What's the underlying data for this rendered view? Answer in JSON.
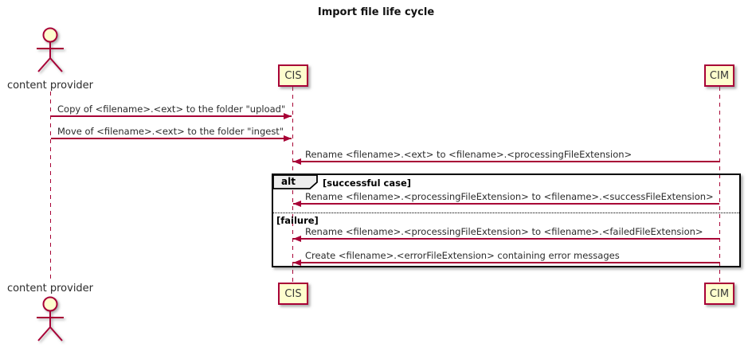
{
  "diagram": {
    "title": "Import file life cycle",
    "actor": {
      "label": "content provider"
    },
    "participants": [
      {
        "label": "CIS"
      },
      {
        "label": "CIM"
      }
    ],
    "messages": [
      {
        "from": "content provider",
        "to": "CIS",
        "text": "Copy of <filename>.<ext> to the folder \"upload\""
      },
      {
        "from": "content provider",
        "to": "CIS",
        "text": "Move of <filename>.<ext> to the folder \"ingest\""
      },
      {
        "from": "CIM",
        "to": "CIS",
        "text": "Rename <filename>.<ext> to <filename>.<processingFileExtension>"
      },
      {
        "from": "CIM",
        "to": "CIS",
        "text": "Rename <filename>.<processingFileExtension> to <filename>.<successFileExtension>"
      },
      {
        "from": "CIM",
        "to": "CIS",
        "text": "Rename <filename>.<processingFileExtension> to <filename>.<failedFileExtension>"
      },
      {
        "from": "CIM",
        "to": "CIS",
        "text": "Create <filename>.<errorFileExtension> containing error messages"
      }
    ],
    "alt_frame": {
      "operator": "alt",
      "sections": [
        {
          "guard": "[successful case]"
        },
        {
          "guard": "[failure]"
        }
      ]
    },
    "colors": {
      "accent": "#A80036",
      "participant_fill": "#FEFECE",
      "frame_border": "#000000",
      "frame_tab_fill": "#EEEEEE",
      "text": "#2B2B2B",
      "background": "#FFFFFF"
    }
  }
}
